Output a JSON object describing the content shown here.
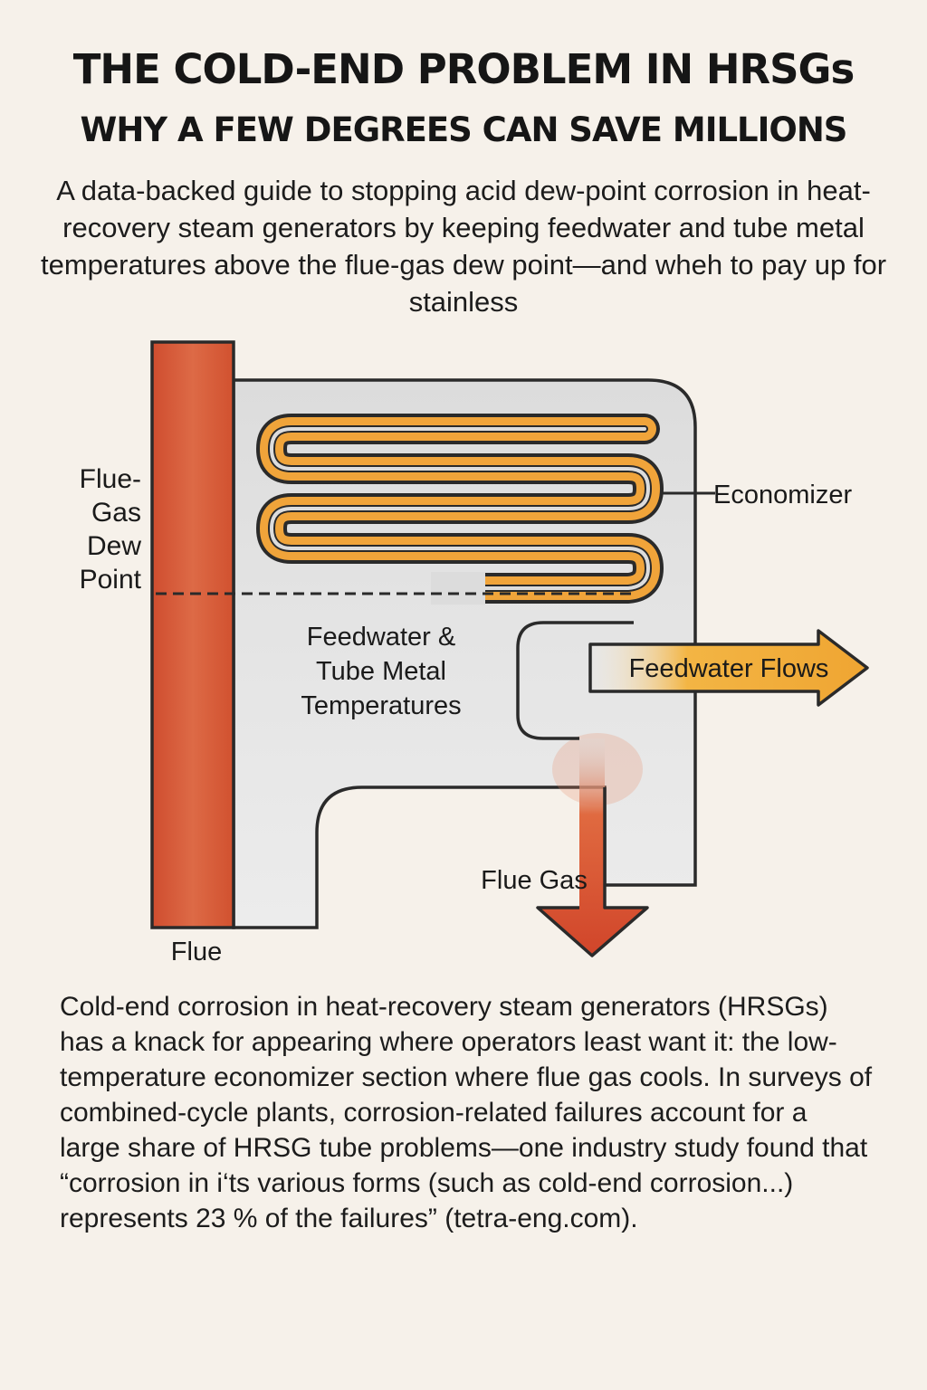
{
  "header": {
    "title": "THE COLD-END PROBLEM IN HRSGs",
    "subtitle": "WHY A FEW DEGREES CAN SAVE MILLIONS",
    "lead": "A data-backed guide to stopping acid dew-point corrosion in heat-recovery steam generators by keeping feedwater and tube metal temperatures above the flue-gas dew point—and wheh to pay up for stainless"
  },
  "diagram": {
    "dew_point_label": [
      "Flue-",
      "Gas",
      "Dew",
      "Point"
    ],
    "economizer_label": "Economizer",
    "center_label": [
      "Feedwater &",
      "Tube Metal",
      "Temperatures"
    ],
    "feedwater_flow_label": "Feedwater Flows",
    "flue_gas_label": "Flue Gas",
    "flue_label": "Flue",
    "colors": {
      "flue_stack": "#d9573a",
      "economizer_tube": "#f0a43a",
      "tube_outline": "#2a2a2a",
      "casing_fill": "#dcdcdc",
      "background": "#f6f1ea"
    }
  },
  "body": {
    "paragraph": "Cold-end corrosion in heat-recovery steam generators (HRSGs) has a knack for appearing where operators least want it: the low-temperature economizer section where flue gas cools. In surveys of combined-cycle plants, corrosion-related failures account for a large share of HRSG tube problems—one industry study found that “corrosion in i‘ts various forms (such as cold-end corrosion...) represents 23 % of the failures” (tetra-eng.com)."
  }
}
